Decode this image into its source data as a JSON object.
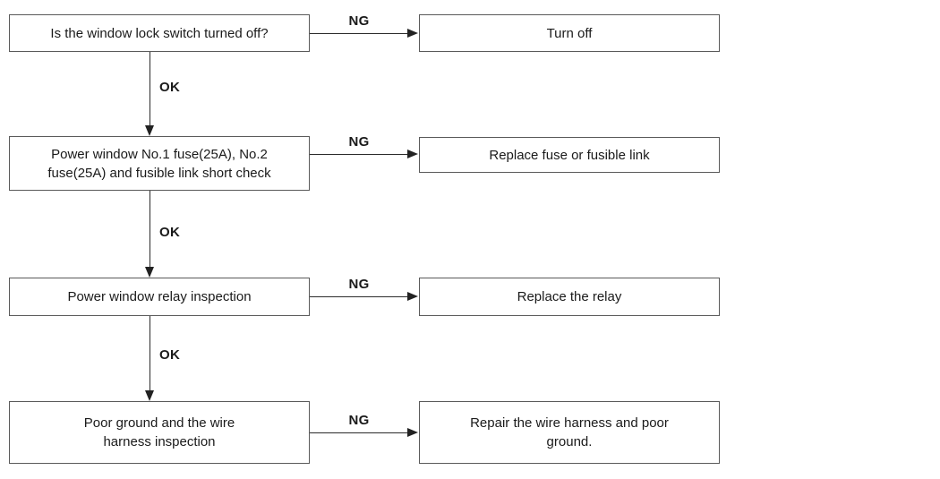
{
  "flow": {
    "ng_label": "NG",
    "ok_label": "OK",
    "rows": [
      {
        "step": "Is the window lock switch turned off?",
        "action": "Turn off"
      },
      {
        "step": "Power window No.1 fuse(25A), No.2\nfuse(25A) and fusible link short check",
        "action": "Replace fuse or fusible link"
      },
      {
        "step": "Power window relay inspection",
        "action": "Replace the relay"
      },
      {
        "step": "Poor ground and the wire\nharness inspection",
        "action": "Repair the wire harness and poor\nground."
      }
    ],
    "colors": {
      "box_border": "#5a5a5a",
      "box_fill": "#ffffff",
      "line": "#2b2b2b",
      "text": "#1a1a1a",
      "background": "#ffffff"
    }
  }
}
